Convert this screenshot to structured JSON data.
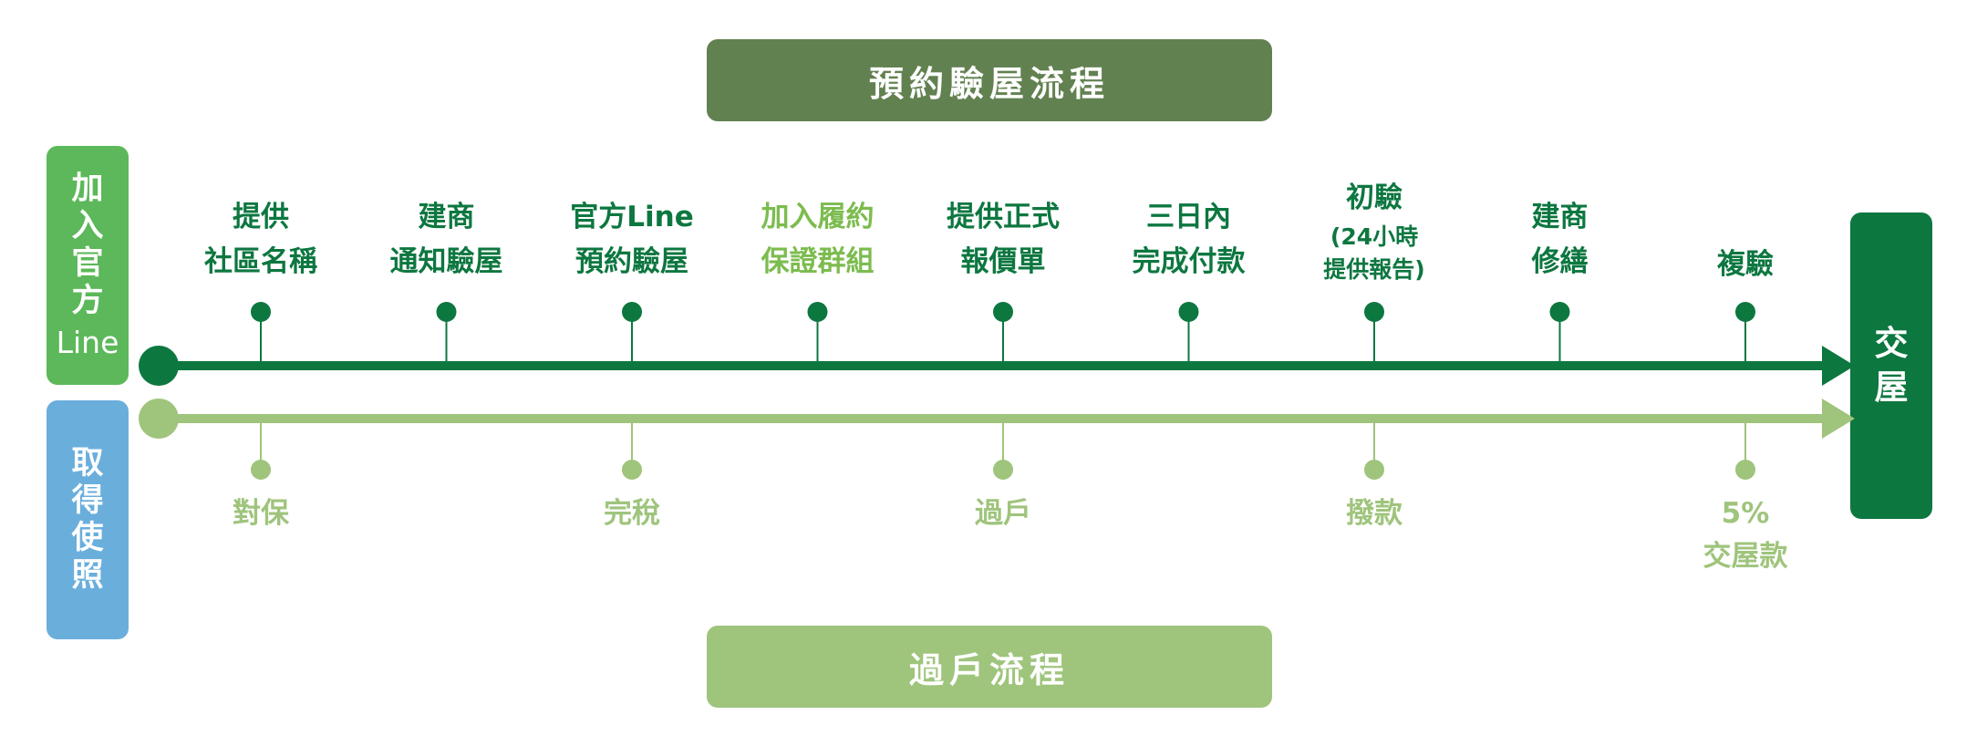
{
  "title": "預約驗屋流程",
  "subtitle": "過戶流程",
  "side_top": {
    "chars": [
      "加",
      "入",
      "官",
      "方"
    ],
    "latin": "Line"
  },
  "side_bottom": {
    "chars": [
      "取",
      "得",
      "使",
      "照"
    ]
  },
  "end": {
    "chars": [
      "交",
      "屋"
    ]
  },
  "colors": {
    "dark_green": "#0d7740",
    "olive_green": "#628150",
    "light_green": "#9fc47c",
    "bright_green": "#5cb85a",
    "highlight_green": "#7cbc4f",
    "blue": "#6aaedc"
  },
  "steps": [
    {
      "lines": [
        "提供",
        "社區名稱"
      ]
    },
    {
      "lines": [
        "建商",
        "通知驗屋"
      ]
    },
    {
      "lines": [
        "官方Line",
        "預約驗屋"
      ]
    },
    {
      "lines": [
        "加入履約",
        "保證群組"
      ],
      "highlight": true
    },
    {
      "lines": [
        "提供正式",
        "報價單"
      ]
    },
    {
      "lines": [
        "三日內",
        "完成付款"
      ]
    },
    {
      "lines": [
        "初驗",
        "(24小時",
        "提供報告)"
      ],
      "small": true
    },
    {
      "lines": [
        "建商",
        "修繕"
      ]
    },
    {
      "lines": [
        "複驗"
      ]
    }
  ],
  "transfer_steps": [
    {
      "lines": [
        "對保"
      ],
      "slot": 0
    },
    {
      "lines": [
        "完稅"
      ],
      "slot": 2
    },
    {
      "lines": [
        "過戶"
      ],
      "slot": 4
    },
    {
      "lines": [
        "撥款"
      ],
      "slot": 6
    },
    {
      "lines": [
        "5%",
        "交屋款"
      ],
      "slot": 8
    }
  ]
}
